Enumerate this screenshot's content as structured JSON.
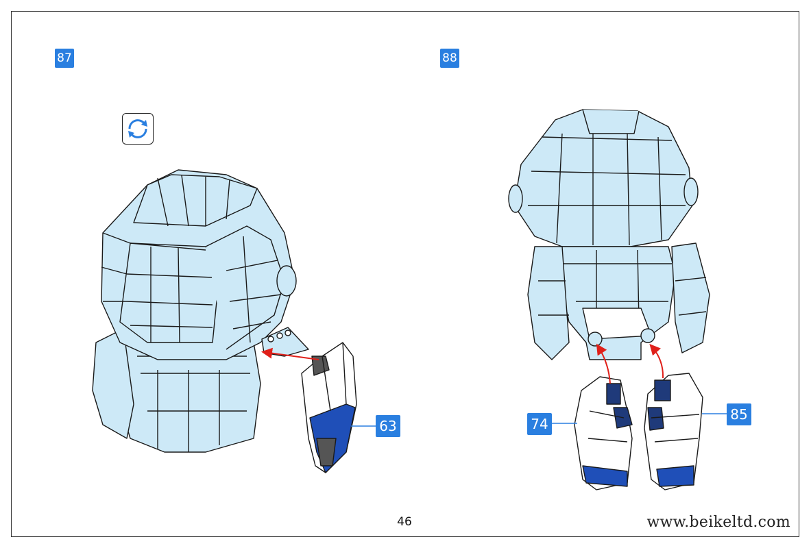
{
  "steps": [
    {
      "number": "87",
      "callouts": [
        {
          "label": "63"
        }
      ]
    },
    {
      "number": "88",
      "callouts": [
        {
          "label": "74"
        },
        {
          "label": "85"
        }
      ]
    }
  ],
  "page_number": "46",
  "website": "www.beikeltd.com",
  "icons": {
    "rotate": "rotate-icon"
  },
  "colors": {
    "accent": "#2a7fe0",
    "part_light": "#cde9f7",
    "part_dark_blue": "#1f4fb8",
    "arrow": "#e0201a"
  }
}
